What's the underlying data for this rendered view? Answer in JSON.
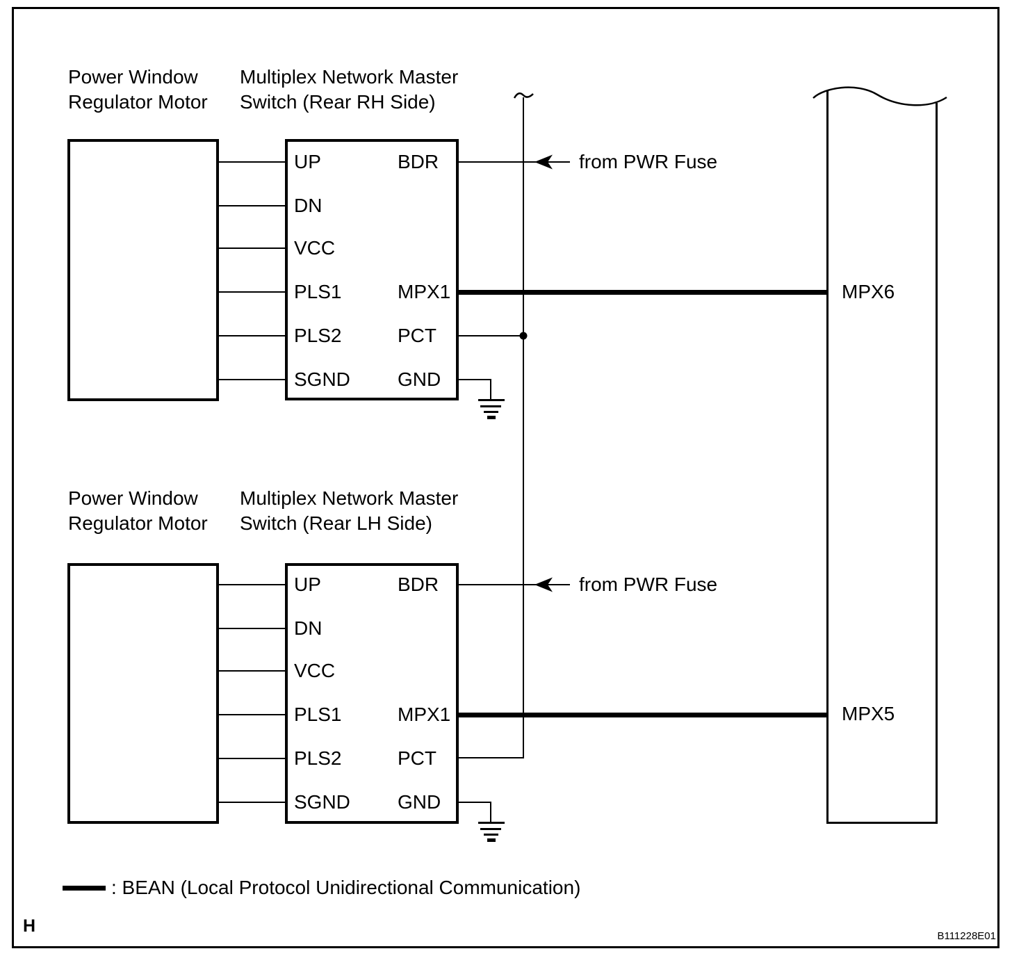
{
  "diagram": {
    "sections": [
      {
        "motor_title": [
          "Power Window",
          "Regulator Motor"
        ],
        "switch_title": [
          "Multiplex Network Master",
          "Switch (Rear RH Side)"
        ],
        "left_pins": [
          "UP",
          "DN",
          "VCC",
          "PLS1",
          "PLS2",
          "SGND"
        ],
        "right_pins": [
          "BDR",
          "MPX1",
          "PCT",
          "GND"
        ],
        "fuse_label": "from PWR Fuse",
        "bus_pin_label": "MPX6"
      },
      {
        "motor_title": [
          "Power Window",
          "Regulator Motor"
        ],
        "switch_title": [
          "Multiplex Network Master",
          "Switch (Rear LH Side)"
        ],
        "left_pins": [
          "UP",
          "DN",
          "VCC",
          "PLS1",
          "PLS2",
          "SGND"
        ],
        "right_pins": [
          "BDR",
          "MPX1",
          "PCT",
          "GND"
        ],
        "fuse_label": "from PWR Fuse",
        "bus_pin_label": "MPX5"
      }
    ],
    "legend": {
      "bean_label": ": BEAN (Local Protocol Unidirectional Communication)"
    },
    "footer": {
      "page_letter": "H",
      "figure_id": "B111228E01"
    },
    "icons": [
      "fuse-arrow-icon",
      "ground-icon",
      "junction-dot",
      "break-tilde-icon",
      "wavy-break-icon"
    ],
    "colors": {
      "line": "#000000",
      "background": "#ffffff"
    }
  }
}
